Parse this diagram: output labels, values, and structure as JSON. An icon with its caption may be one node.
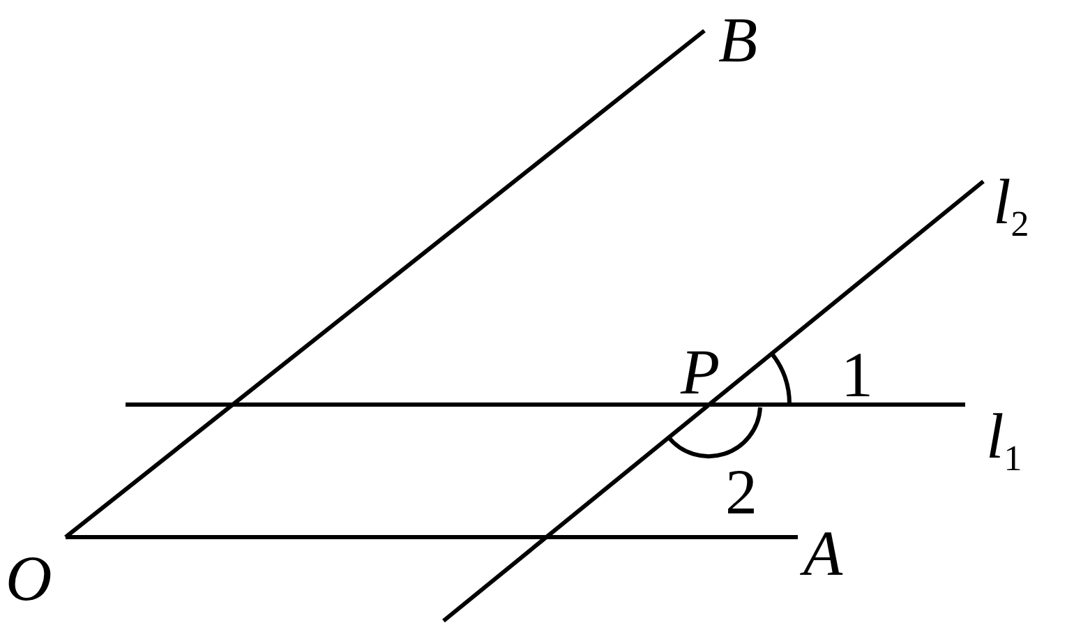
{
  "diagram": {
    "labels": [
      "B",
      "l$_{2}$",
      "P",
      "1",
      "l$_{1}$",
      "2",
      "O",
      "A"
    ]
  }
}
